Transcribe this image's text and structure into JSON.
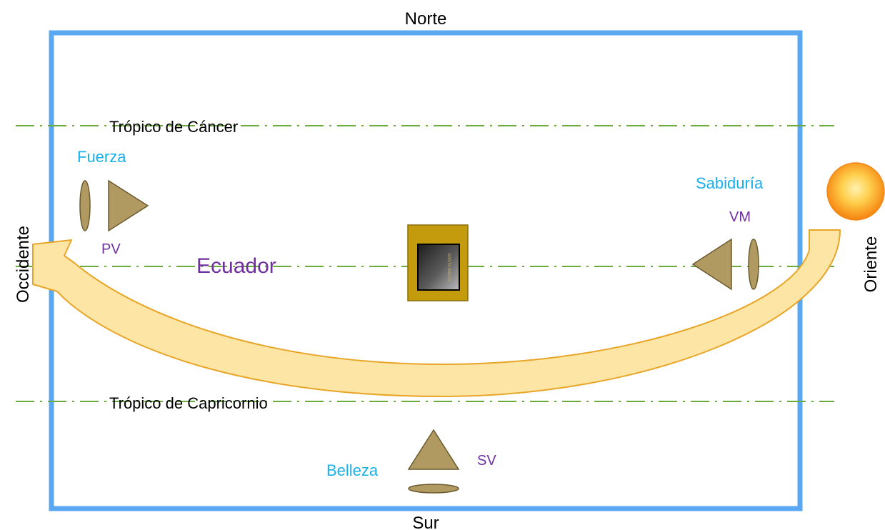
{
  "labels": {
    "north": "Norte",
    "south": "Sur",
    "west": "Occidente",
    "east": "Oriente",
    "tropic_cancer": "Trópico de Cáncer",
    "equator": "Ecuador",
    "tropic_capricorn": "Trópico de Capricornio"
  },
  "stations": {
    "fuerza": {
      "virtue": "Fuerza",
      "officer": "PV"
    },
    "sabiduria": {
      "virtue": "Sabiduría",
      "officer": "VM"
    },
    "belleza": {
      "virtue": "Belleza",
      "officer": "SV"
    }
  },
  "altar_book_text": "SANTA BIBLIA",
  "icons": {
    "sun": "sun-icon",
    "arrow": "sun-path-arrow-icon",
    "pillar": "pillar-icon",
    "triangle": "triangle-icon",
    "book": "bible-icon"
  },
  "colors": {
    "frame": "#5aa7f2",
    "tropic_line": "#6aab3c",
    "virtue_text": "#1ab0ea",
    "officer_text": "#7030a0",
    "equator_text": "#7030a0",
    "arrow_fill": "#fde5a6",
    "arrow_stroke": "#e8a628",
    "shape_fill": "#b19a62",
    "shape_stroke": "#6b5a2e",
    "altar_fill": "#c39b0c",
    "sun_core": "#ffd45a",
    "sun_edge": "#f5820e"
  }
}
